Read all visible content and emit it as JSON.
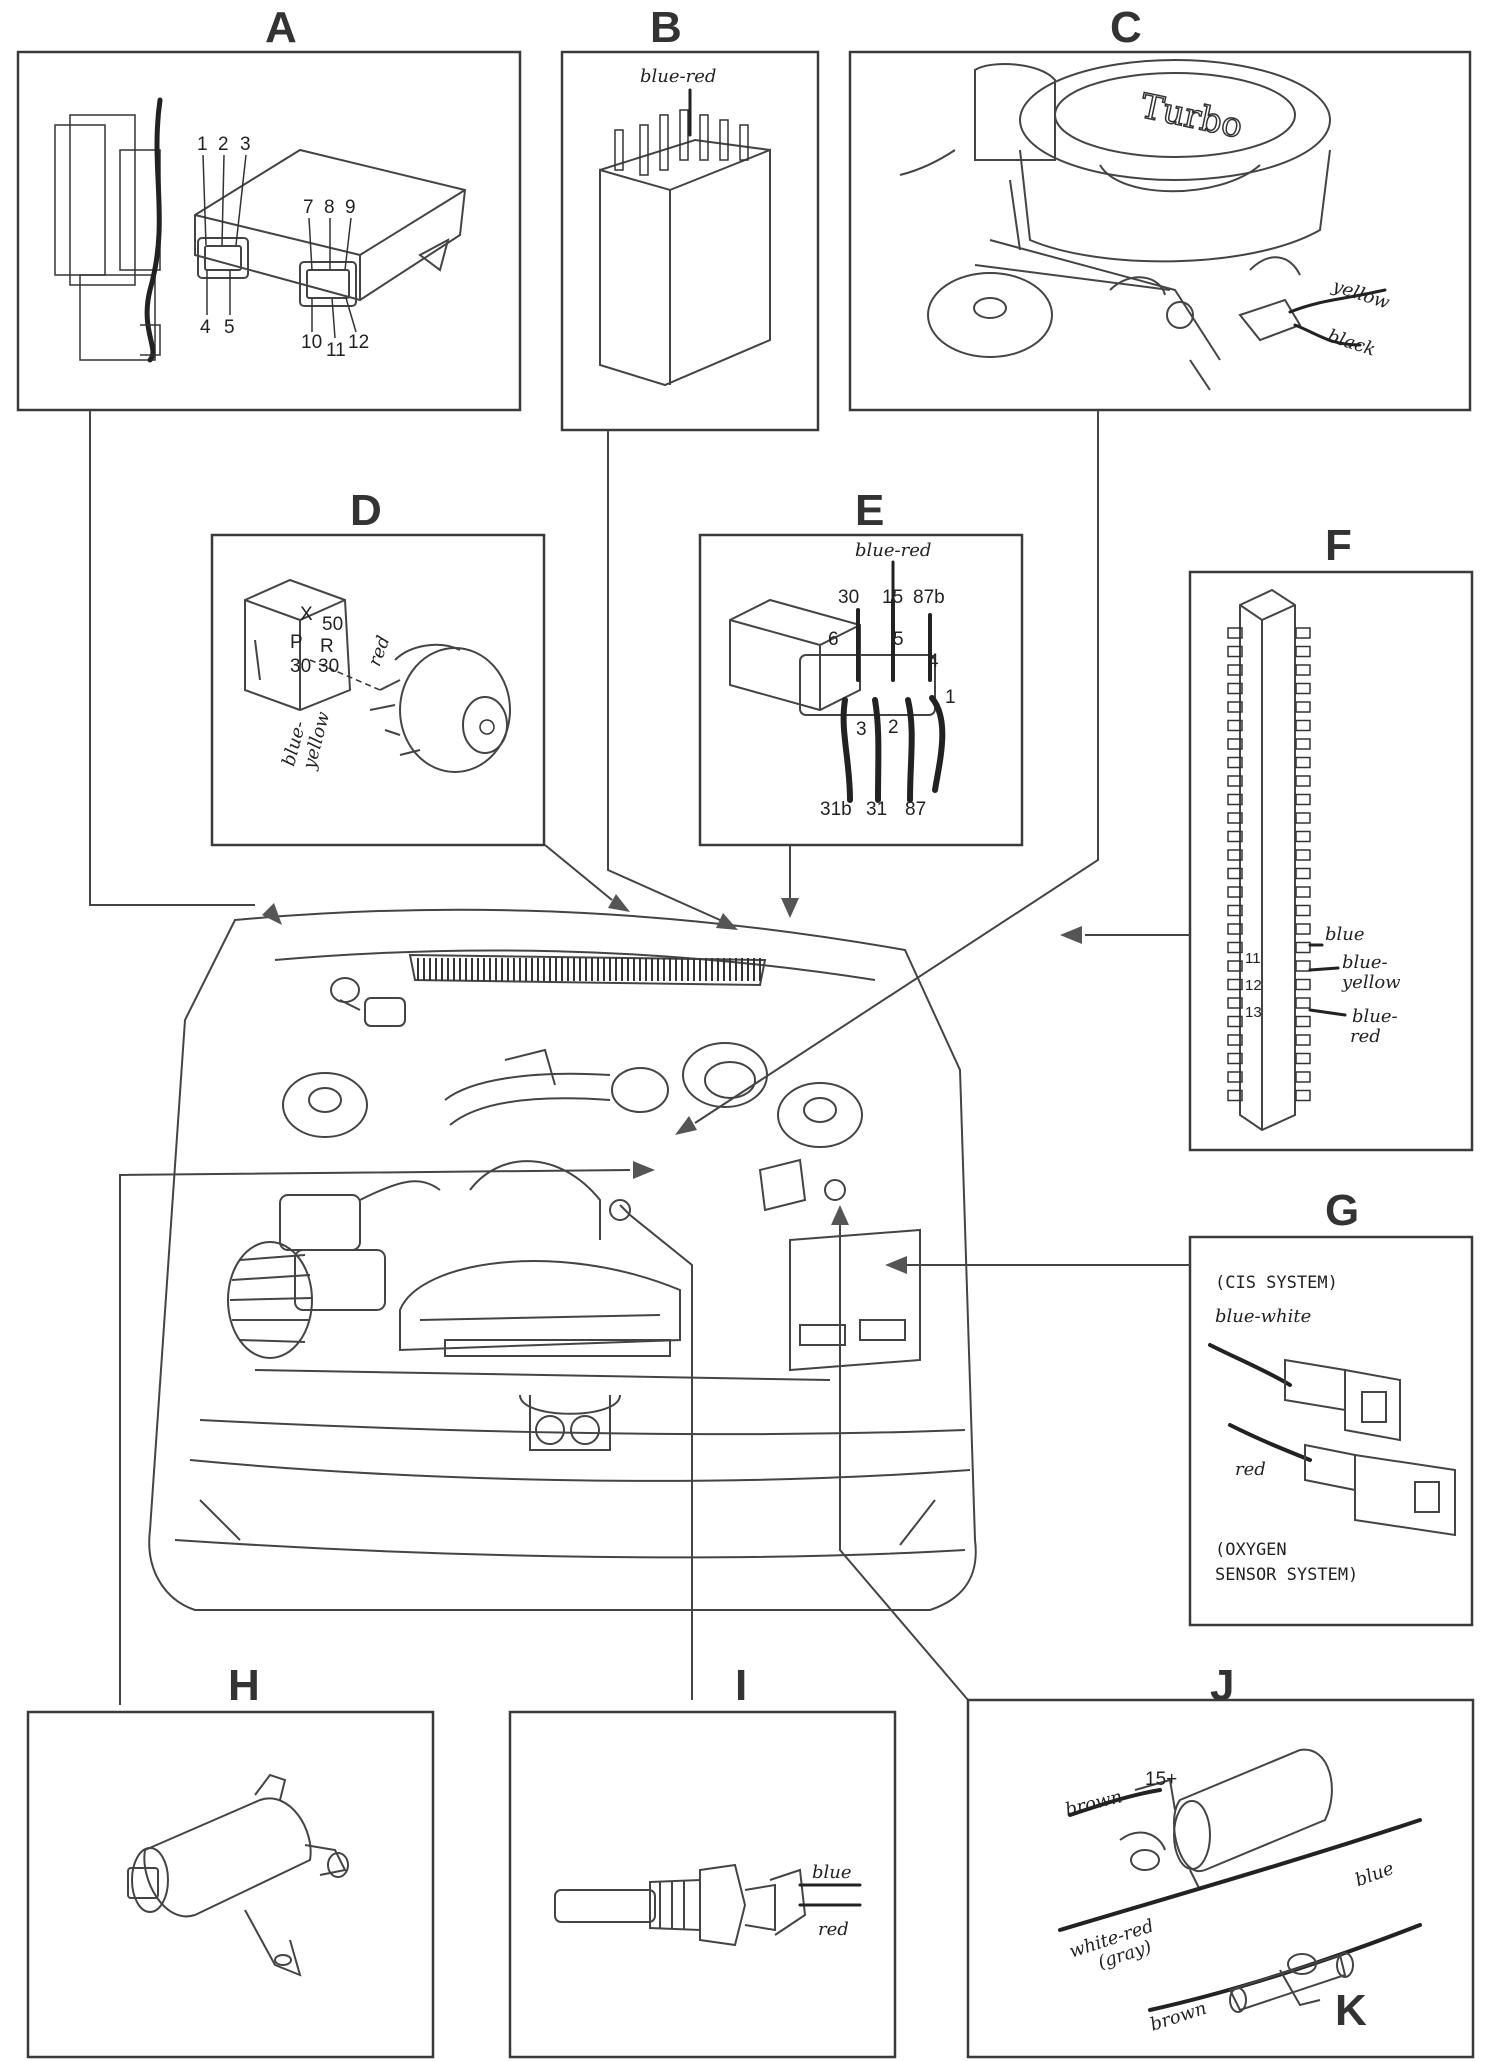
{
  "panels": {
    "A": {
      "letter": "A",
      "pins_top_left": [
        "1",
        "2",
        "3"
      ],
      "pins_bottom_left": [
        "4",
        "5"
      ],
      "pins_top_right": [
        "7",
        "8",
        "9"
      ],
      "pins_bottom_right": [
        "10",
        "11",
        "12"
      ]
    },
    "B": {
      "letter": "B",
      "wire": "blue-red"
    },
    "C": {
      "letter": "C",
      "badge": "Turbo",
      "wire_1": "yellow",
      "wire_2": "black"
    },
    "D": {
      "letter": "D",
      "pos_x": "X",
      "pos_50": "50",
      "pos_p": "P",
      "pos_r": "R",
      "pos_30a": "30",
      "pos_30b": "30",
      "wire_red": "red",
      "wire_by_1": "blue-",
      "wire_by_2": "yellow"
    },
    "E": {
      "letter": "E",
      "wire": "blue-red",
      "top_pins": [
        "30",
        "15",
        "87b"
      ],
      "mid_pins": [
        "6",
        "5",
        "4",
        "1",
        "3",
        "2"
      ],
      "bottom_pins": [
        "31b",
        "31",
        "87"
      ]
    },
    "F": {
      "letter": "F",
      "num_11": "11",
      "num_12": "12",
      "num_13": "13",
      "wire_blue": "blue",
      "wire_by_1": "blue-",
      "wire_by_2": "yellow",
      "wire_br_1": "blue-",
      "wire_br_2": "red"
    },
    "G": {
      "letter": "G",
      "system_1": "(CIS SYSTEM)",
      "wire_1": "blue-white",
      "wire_2": "red",
      "system_2a": "(OXYGEN",
      "system_2b": "SENSOR SYSTEM)"
    },
    "H": {
      "letter": "H"
    },
    "I": {
      "letter": "I",
      "wire_1": "blue",
      "wire_2": "red"
    },
    "J": {
      "letter": "J",
      "terminal": "15+",
      "wire_1": "brown",
      "wire_2": "white-red",
      "wire_2b": "(gray)",
      "wire_3": "blue",
      "wire_4": "brown"
    },
    "K": {
      "letter": "K"
    }
  }
}
